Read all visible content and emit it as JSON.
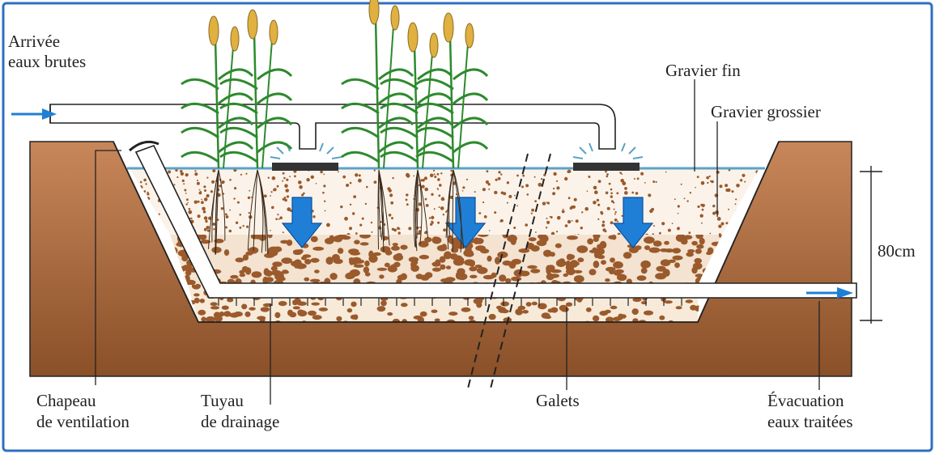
{
  "labels": {
    "raw_inlet": [
      "Arrivée",
      "eaux brutes"
    ],
    "fine_gravel": "Gravier fin",
    "coarse_gravel": "Gravier grossier",
    "depth": "80cm",
    "vent_cap": [
      "Chapeau",
      "de ventilation"
    ],
    "drain_pipe": [
      "Tuyau",
      "de drainage"
    ],
    "pebbles": "Galets",
    "treated_outlet": [
      "Évacuation",
      "eaux traitées"
    ]
  },
  "colors": {
    "frame": "#2e6fc4",
    "soil": "#9a6036",
    "soil_light": "#c8875a",
    "gravel_brown": "#9a5a2c",
    "water_line": "#5aa3c8",
    "flow_arrow": "#1f7fd6",
    "plant_green": "#2d8a2d",
    "plant_head": "#e0b040"
  },
  "icons": [
    "down-flow-arrow",
    "right-flow-arrow",
    "reed-plant"
  ]
}
